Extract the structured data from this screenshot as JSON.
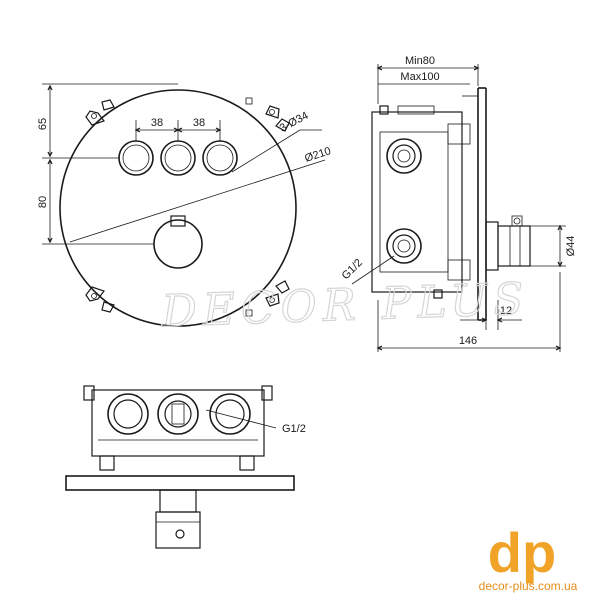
{
  "front_view": {
    "dim_top": "65",
    "dim_side": "80",
    "dim_spacing_1": "38",
    "dim_spacing_2": "38",
    "dim_holes": "3-Ø34",
    "dim_diameter": "Ø210"
  },
  "side_view": {
    "dim_min": "Min80",
    "dim_max": "Max100",
    "dim_thread": "G1/2",
    "dim_stem_diameter": "Ø44",
    "dim_stem_length": "12",
    "dim_total_depth": "146"
  },
  "top_view": {
    "dim_thread": "G1/2"
  },
  "watermark": "DECOR PLUS",
  "brand": {
    "logo": "dp",
    "url": "decor-plus.com.ua",
    "accent_color": "#f0a327"
  }
}
